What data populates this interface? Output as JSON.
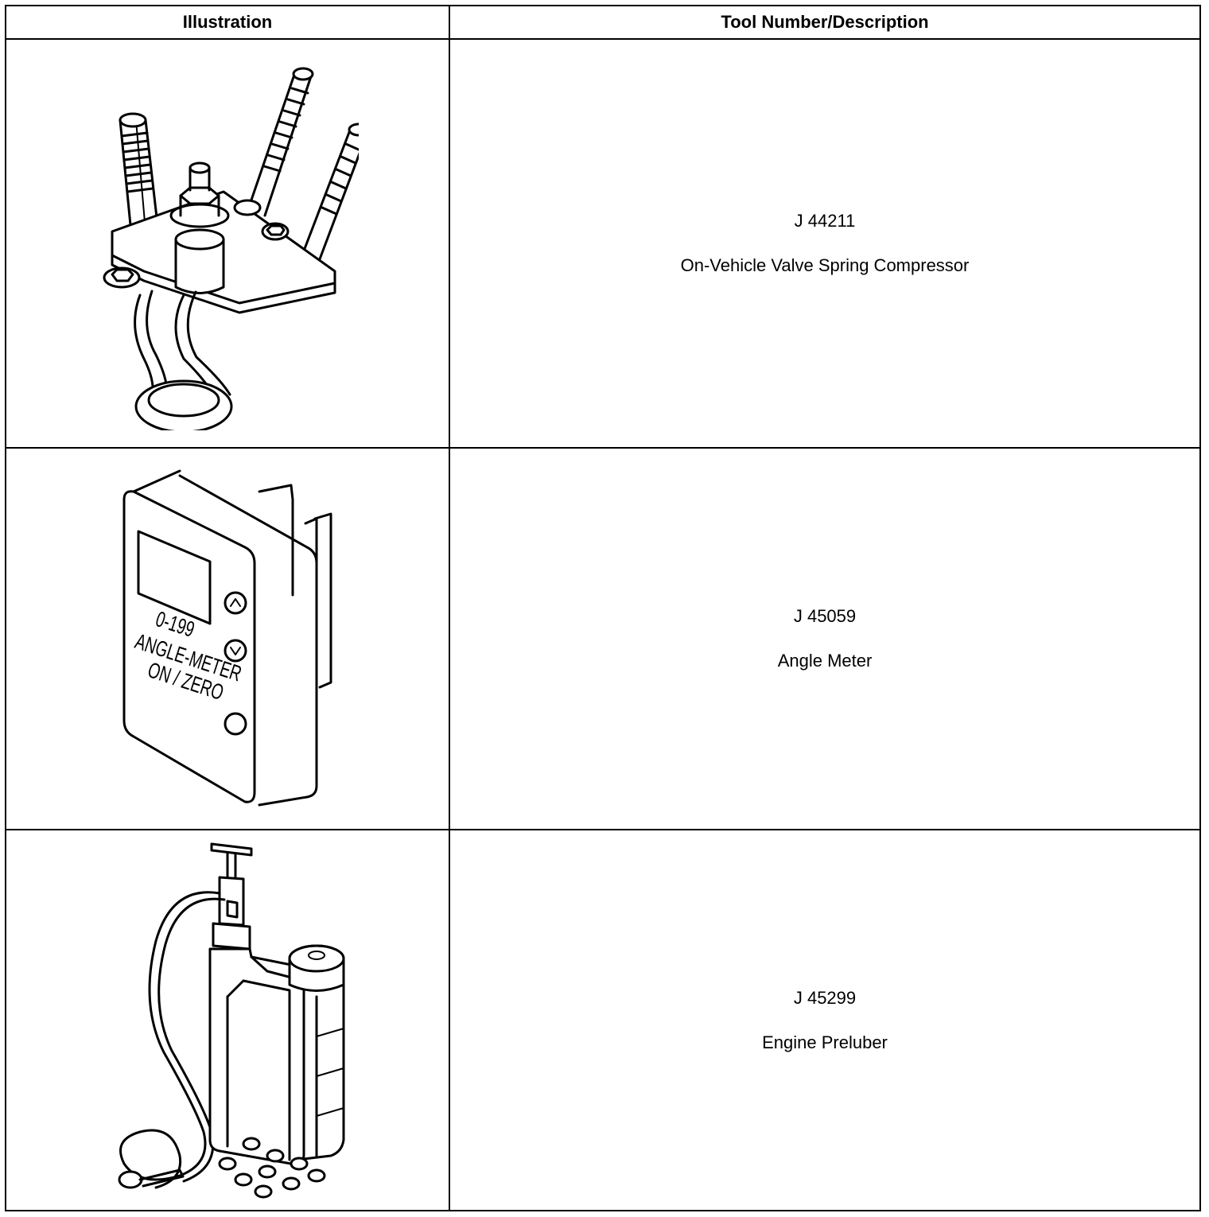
{
  "table": {
    "headers": {
      "illustration": "Illustration",
      "description": "Tool Number/Description"
    },
    "rows": [
      {
        "tool_number": "J 44211",
        "description": "On-Vehicle Valve Spring Compressor",
        "illustration_icon": "valve-spring-compressor-icon"
      },
      {
        "tool_number": "J 45059",
        "description": "Angle Meter",
        "illustration_icon": "angle-meter-icon",
        "device_labels": {
          "range": "0-199",
          "name": "ANGLE-METER",
          "button": "ON / ZERO"
        }
      },
      {
        "tool_number": "J 45299",
        "description": "Engine Preluber",
        "illustration_icon": "engine-preluber-icon"
      }
    ]
  }
}
